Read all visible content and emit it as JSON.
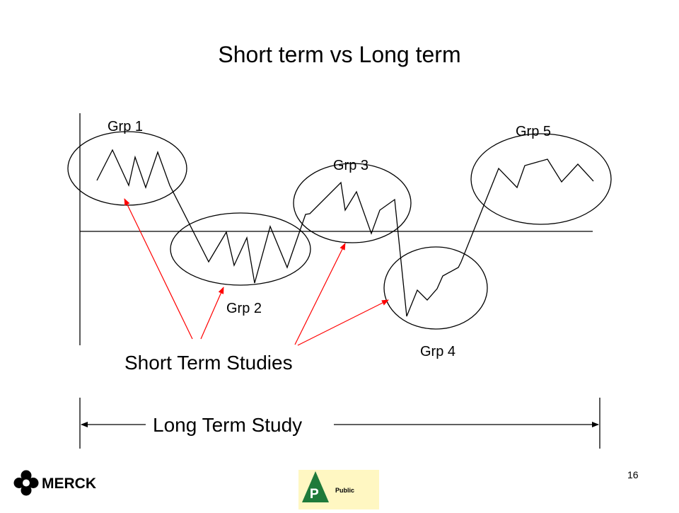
{
  "title": "Short term vs Long term",
  "groups": [
    {
      "label": "Grp 1"
    },
    {
      "label": "Grp 2"
    },
    {
      "label": "Grp 3"
    },
    {
      "label": "Grp 4"
    },
    {
      "label": "Grp 5"
    }
  ],
  "short_term_label": "Short Term Studies",
  "long_term_label": "Long Term Study",
  "page_number": "16",
  "logo": {
    "name": "MERCK",
    "icon": "merck-logo-icon"
  },
  "badge": {
    "letter": "P",
    "text": "Public",
    "icon": "public-badge-icon"
  },
  "colors": {
    "line": "#000000",
    "arrow": "#ff0000",
    "badge_green": "#1f7a3a",
    "badge_bg": "#fff7c2"
  }
}
